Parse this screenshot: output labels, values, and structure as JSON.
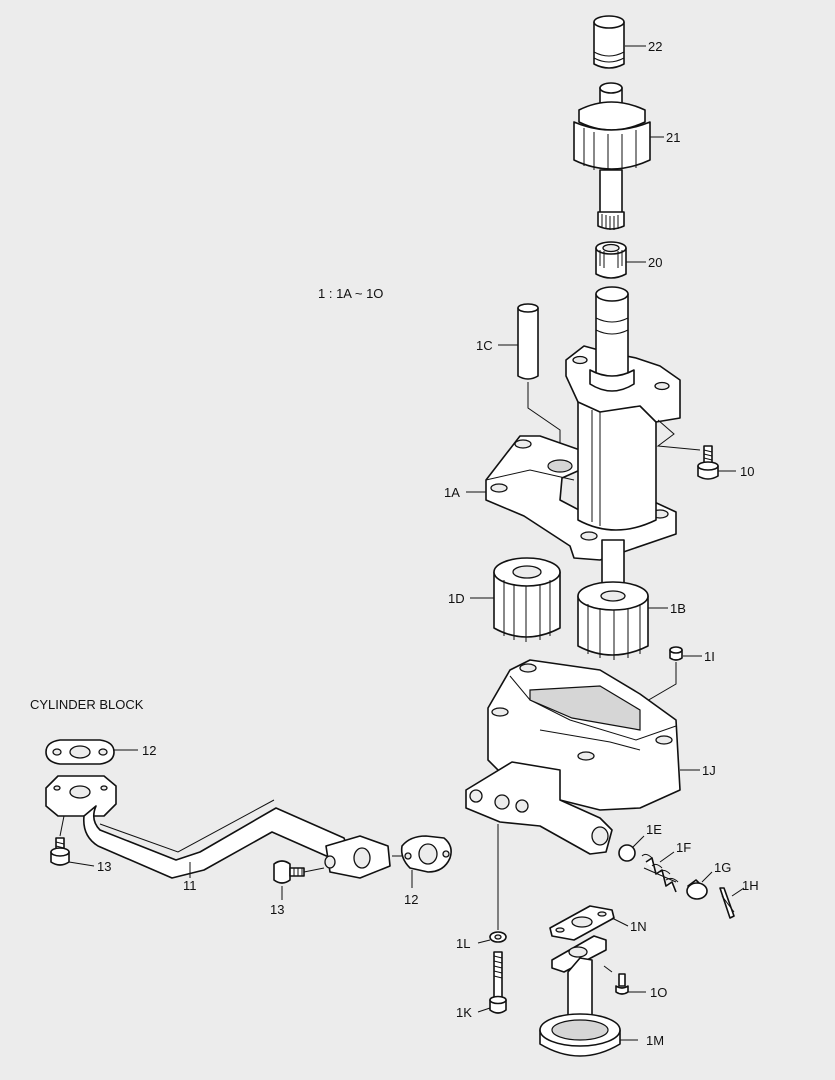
{
  "note": "1  : 1A ~ 1O",
  "labels": {
    "p22": "22",
    "p21": "21",
    "p20": "20",
    "p1C": "1C",
    "p1A": "1A",
    "p10a": "10",
    "p1D": "1D",
    "p1B": "1B",
    "p1I": "1I",
    "cyl": "CYLINDER BLOCK",
    "p12a": "12",
    "p13a": "13",
    "p11": "11",
    "p13b": "13",
    "p12b": "12",
    "p1J": "1J",
    "p1E": "1E",
    "p1F": "1F",
    "p1G": "1G",
    "p1H": "1H",
    "p1N": "1N",
    "p1L": "1L",
    "p10b": "1O",
    "p1K": "1K",
    "p1M": "1M"
  },
  "colors": {
    "background": "#ececec",
    "line": "#111111",
    "fill": "#ffffff"
  }
}
